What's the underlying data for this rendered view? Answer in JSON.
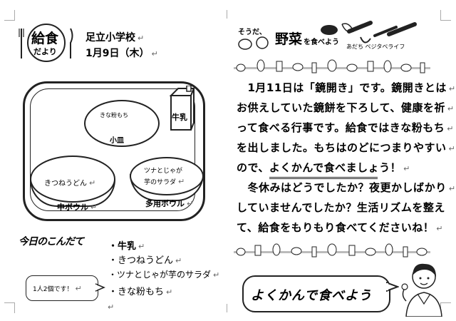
{
  "header": {
    "logo_top": "給食",
    "logo_bottom": "だより",
    "school": "足立小学校",
    "date": "1月9日（木）"
  },
  "tray": {
    "dish_small": "きな粉もち",
    "label_small": "小皿",
    "dish_left": "きつねうどん",
    "label_left": "中ボウル",
    "dish_right_1": "ツナとじゃが",
    "dish_right_2": "芋のサラダ",
    "label_right": "多用ボウル",
    "milk": "牛乳"
  },
  "today_menu": {
    "title": "今日のこんだて",
    "items": [
      "・牛乳",
      "・きつねうどん",
      "・ツナとじゃが芋のサラダ",
      "・きな粉もち"
    ],
    "bubble": "1人2個です！"
  },
  "banner": {
    "prefix": "そうだ、",
    "main": "野菜",
    "suffix": "を食べよう",
    "sub": "あだち ベジタベライフ"
  },
  "article": {
    "lines": [
      "　1月11日は「鏡開き」です。鏡開きとは",
      "お供えしていた鏡餅を下ろして、健康を祈",
      "って食べる行事です。給食ではきな粉もち",
      "を出しました。もちはのどにつまりやすい",
      "ので、よくかんで食べましょう！",
      "　冬休みはどうでしたか？夜更かしばかり",
      "していませんでしたか？生活リズムを整え",
      "て、給食をもりもり食べてくださいね！"
    ]
  },
  "footer_slogan": "よくかんで食べよう"
}
